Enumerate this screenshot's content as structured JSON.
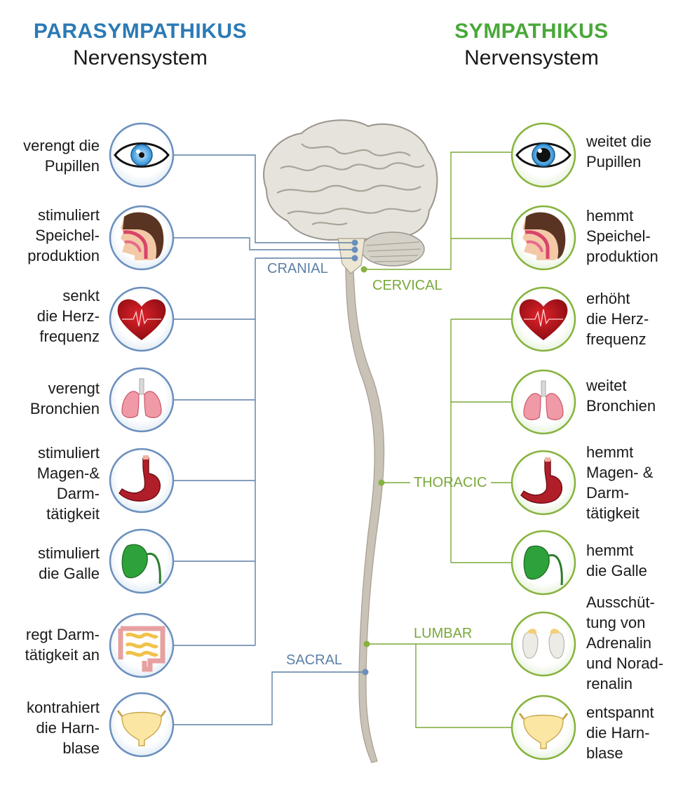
{
  "header": {
    "left_title": "PARASYMPATHIKUS",
    "left_subtitle": "Nervensystem",
    "right_title": "SYMPATHIKUS",
    "right_subtitle": "Nervensystem"
  },
  "colors": {
    "parasympathetic": "#2b7ab5",
    "sympathetic": "#4aa83a",
    "parasympathetic_line": "#5c7fa6",
    "sympathetic_line": "#7aa83a"
  },
  "regions": {
    "cranial": "CRANIAL",
    "cervical": "CERVICAL",
    "thoracic": "THORACIC",
    "lumbar": "LUMBAR",
    "sacral": "SACRAL"
  },
  "parasympathetic_effects": [
    {
      "text": "verengt die\nPupillen",
      "icon": "eye-icon"
    },
    {
      "text": "stimuliert\nSpeichel-\nproduktion",
      "icon": "head-salivary-icon"
    },
    {
      "text": "senkt\ndie Herz-\nfrequenz",
      "icon": "heart-icon"
    },
    {
      "text": "verengt\nBronchien",
      "icon": "lungs-icon"
    },
    {
      "text": "stimuliert\nMagen-&\nDarm-\ntätigkeit",
      "icon": "stomach-icon"
    },
    {
      "text": "stimuliert\ndie Galle",
      "icon": "gallbladder-icon"
    },
    {
      "text": "regt Darm-\ntätigkeit an",
      "icon": "intestine-icon"
    },
    {
      "text": "kontrahiert\ndie Harn-\nblase",
      "icon": "bladder-icon"
    }
  ],
  "sympathetic_effects": [
    {
      "text": "weitet die\nPupillen",
      "icon": "eye-icon"
    },
    {
      "text": "hemmt\nSpeichel-\nproduktion",
      "icon": "head-salivary-icon"
    },
    {
      "text": "erhöht\ndie Herz-\nfrequenz",
      "icon": "heart-icon"
    },
    {
      "text": "weitet\nBronchien",
      "icon": "lungs-icon"
    },
    {
      "text": "hemmt\nMagen- &\nDarm-\ntätigkeit",
      "icon": "stomach-icon"
    },
    {
      "text": "hemmt\ndie Galle",
      "icon": "gallbladder-icon"
    },
    {
      "text": "Ausschüt-\ntung von\nAdrenalin\nund Norad-\nrenalin",
      "icon": "adrenal-glands-icon"
    },
    {
      "text": "entspannt\ndie Harn-\nblase",
      "icon": "bladder-icon"
    }
  ]
}
